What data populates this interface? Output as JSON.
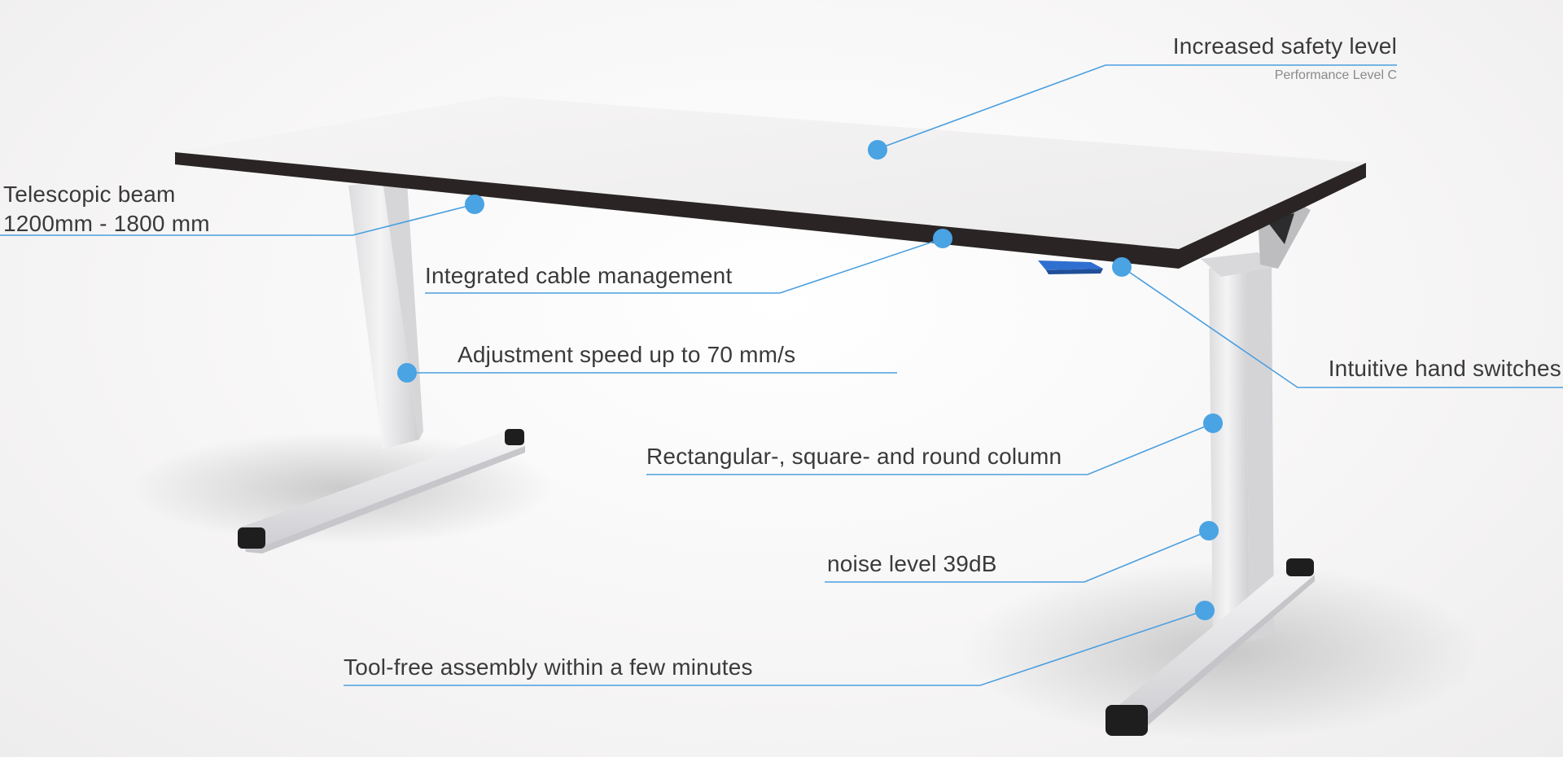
{
  "callouts": {
    "safety": {
      "title": "Increased safety level",
      "subtitle": "Performance Level C"
    },
    "beam": {
      "line1": "Telescopic beam",
      "line2": "1200mm - 1800 mm"
    },
    "cable": {
      "title": "Integrated cable management"
    },
    "speed": {
      "title": "Adjustment speed up to 70 mm/s"
    },
    "switches": {
      "title": "Intuitive hand switches"
    },
    "column": {
      "title": "Rectangular-, square- and round column"
    },
    "noise": {
      "title": "noise level 39dB"
    },
    "assembly": {
      "title": "Tool-free assembly within a few minutes"
    }
  },
  "colors": {
    "accent": "#4aa3e2",
    "desktop_edge": "#2a2424",
    "desktop_surface": "#f3f2f2",
    "frame": "#e9e9ea",
    "hand_switch": "#2f6fd0"
  }
}
